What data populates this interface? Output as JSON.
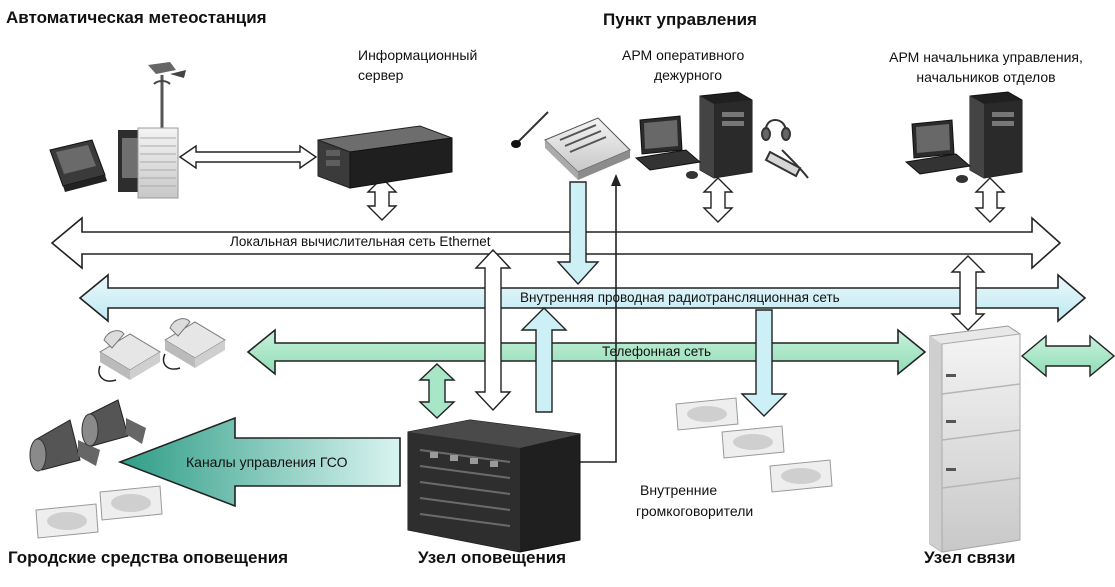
{
  "titles": {
    "weather_station": "Автоматическая метеостанция",
    "control_point": "Пункт управления",
    "city_alert": "Городские средства оповещения",
    "alert_node": "Узел оповещения",
    "comm_node": "Узел связи"
  },
  "devices": {
    "info_server": [
      "Информационный",
      "сервер"
    ],
    "operator_workstation": [
      "АРМ оперативного",
      "дежурного"
    ],
    "chief_workstation": [
      "АРМ начальника управления,",
      "начальников отделов"
    ],
    "internal_speakers": [
      "Внутренние",
      "громкоговорители"
    ]
  },
  "networks": {
    "ethernet": "Локальная вычислительная сеть Ethernet",
    "radio": "Внутренняя проводная радиотрансляционная сеть",
    "phone": "Телефонная сеть",
    "gso": "Каналы управления ГСО"
  },
  "colors": {
    "ethernet_fill": "#ffffff",
    "radio_fill": "#cdeff6",
    "phone_fill": "#a8e6c8",
    "gso_fill": "#48b09a",
    "outline": "#222222"
  }
}
